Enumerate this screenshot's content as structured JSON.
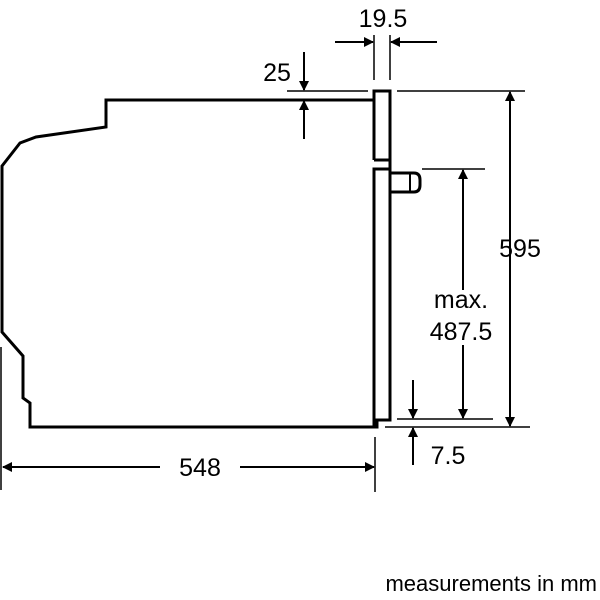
{
  "dimensions": {
    "front_thickness": "19.5",
    "top_offset": "25",
    "total_height": "595",
    "max_label": "max.",
    "max_height": "487.5",
    "bottom_offset": "7.5",
    "depth": "548"
  },
  "footnote": "measurements in mm",
  "colors": {
    "line": "#000000",
    "background": "#ffffff"
  }
}
